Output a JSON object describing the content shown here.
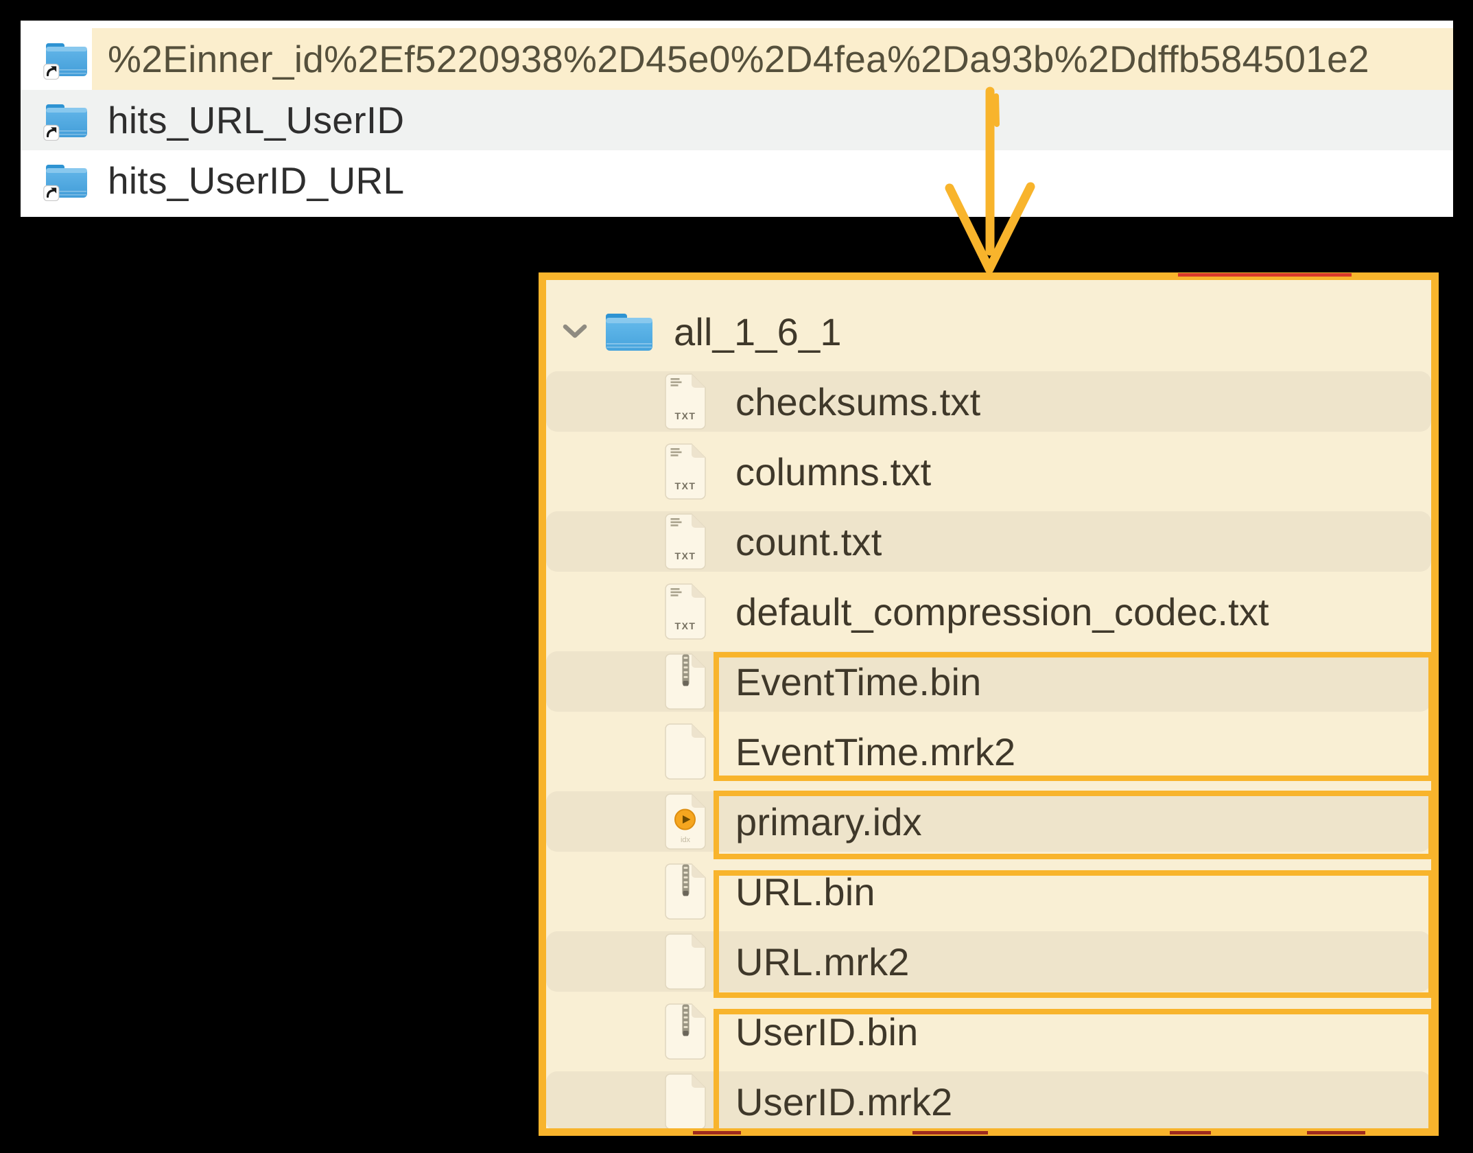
{
  "colors": {
    "annotation_orange": "#F8B42C",
    "selection_highlight": "#FBEECD",
    "tree_panel_background": "#F9EFD4",
    "tree_row_band": "#EEE4CB",
    "list_alt_row": "#F0F2F1",
    "folder_blue": "#4AA5DD"
  },
  "alias_list": {
    "rows": [
      {
        "label": "%2Einner_id%2Ef5220938%2D45e0%2D4fea%2Da93b%2Ddffb584501e2",
        "icon": "alias-folder-icon",
        "highlighted": true
      },
      {
        "label": "hits_URL_UserID",
        "icon": "alias-folder-icon",
        "highlighted": false
      },
      {
        "label": "hits_UserID_URL",
        "icon": "alias-folder-icon",
        "highlighted": false
      }
    ]
  },
  "part_tree": {
    "root": {
      "label": "all_1_6_1",
      "icon": "folder-icon",
      "chevron": "chevron-down-icon",
      "expanded": true
    },
    "files": [
      {
        "label": "checksums.txt",
        "icon": "txt-file-icon"
      },
      {
        "label": "columns.txt",
        "icon": "txt-file-icon"
      },
      {
        "label": "count.txt",
        "icon": "txt-file-icon"
      },
      {
        "label": "default_compression_codec.txt",
        "icon": "txt-file-icon"
      },
      {
        "label": "EventTime.bin",
        "icon": "bin-file-icon"
      },
      {
        "label": "EventTime.mrk2",
        "icon": "blank-file-icon"
      },
      {
        "label": "primary.idx",
        "icon": "idx-file-icon"
      },
      {
        "label": "URL.bin",
        "icon": "bin-file-icon"
      },
      {
        "label": "URL.mrk2",
        "icon": "blank-file-icon"
      },
      {
        "label": "UserID.bin",
        "icon": "bin-file-icon"
      },
      {
        "label": "UserID.mrk2",
        "icon": "blank-file-icon"
      }
    ]
  }
}
